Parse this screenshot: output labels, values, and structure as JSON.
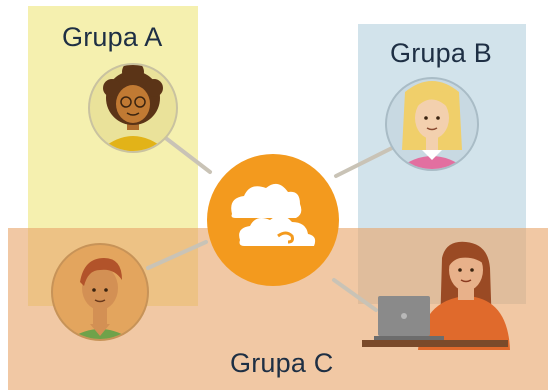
{
  "groups": {
    "a": {
      "label": "Grupa A",
      "color": "#ECE46E"
    },
    "b": {
      "label": "Grupa B",
      "color": "#B4D0DE"
    },
    "c": {
      "label": "Grupa C",
      "color": "#E8A66C"
    }
  },
  "hub": {
    "icon": "cloud-icon",
    "color": "#F39A1E"
  },
  "members": [
    {
      "group": "a",
      "icon": "person-curly-hair-icon"
    },
    {
      "group": "b",
      "icon": "person-blonde-hair-icon"
    },
    {
      "group": "c",
      "icon": "person-green-shirt-icon"
    },
    {
      "group": "c",
      "icon": "person-with-laptop-icon"
    }
  ]
}
